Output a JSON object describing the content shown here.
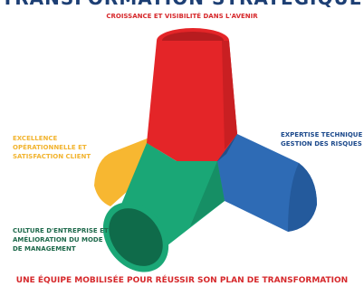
{
  "header": {
    "title": "TRANSFORMATION STRATÉGIQUE"
  },
  "diagram": {
    "branches": {
      "top": {
        "lines": [
          "CROISSANCE ET VISIBILITÉ DANS L'AVENIR"
        ],
        "color": "#e42528"
      },
      "right": {
        "lines": [
          "EXPERTISE TECHNIQUE ET",
          "GESTION DES RISQUES"
        ],
        "color": "#2e6bb5"
      },
      "left": {
        "lines": [
          "EXCELLENCE",
          "OPÉRATIONNELLE ET",
          "SATISFACTION CLIENT"
        ],
        "color": "#f7b731"
      },
      "bottom_left": {
        "lines": [
          "CULTURE D'ENTREPRISE ET",
          "AMÉLIORATION DU MODE",
          "DE MANAGEMENT"
        ],
        "color": "#1aa776"
      }
    },
    "caption": "UNE ÉQUIPE MOBILISÉE POUR RÉUSSIR SON PLAN DE TRANSFORMATION"
  }
}
